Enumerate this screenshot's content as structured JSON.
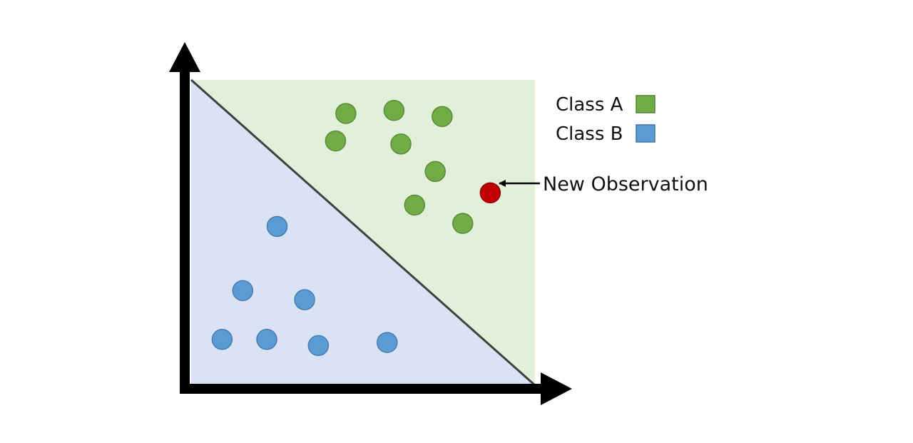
{
  "colors": {
    "class_a": "#70ad47",
    "class_b": "#5b9bd5",
    "new_observation": "#c00000",
    "region_a": "#e2efd9",
    "region_b": "#dae3f3",
    "axes": "#000000",
    "boundary": "#404040"
  },
  "legend": [
    {
      "label": "Class A",
      "class": "class-a"
    },
    {
      "label": "Class B",
      "class": "class-b"
    }
  ],
  "annotation": {
    "label": "New Observation"
  },
  "points": {
    "class_a": [
      [
        45,
        89
      ],
      [
        59,
        90
      ],
      [
        73,
        88
      ],
      [
        42,
        80
      ],
      [
        61,
        79
      ],
      [
        71,
        70
      ],
      [
        65,
        59
      ],
      [
        79,
        53
      ]
    ],
    "class_b": [
      [
        25,
        52
      ],
      [
        15,
        31
      ],
      [
        33,
        28
      ],
      [
        9,
        15
      ],
      [
        22,
        15
      ],
      [
        37,
        13
      ],
      [
        57,
        14
      ]
    ],
    "new_observation": [
      87,
      63
    ]
  }
}
